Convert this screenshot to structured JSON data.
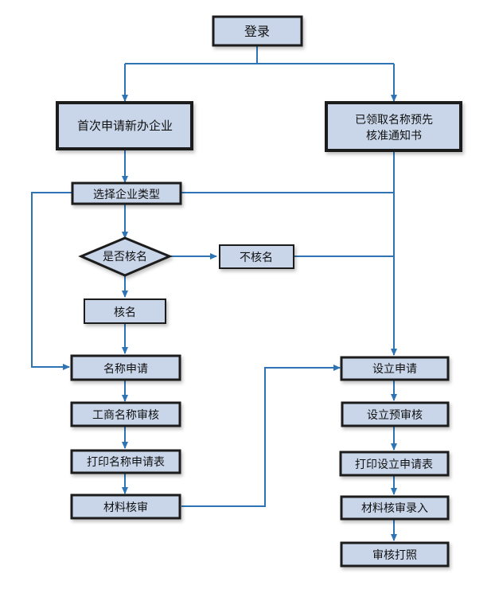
{
  "nodes": {
    "login": "登录",
    "first_new_company": "首次申请新办企业",
    "received_notice_line1": "已领取名称预先",
    "received_notice_line2": "核准通知书",
    "select_company_type": "选择企业类型",
    "check_name_decision": "是否核名",
    "no_name_check": "不核名",
    "name_check": "核名",
    "name_application": "名称申请",
    "business_name_review": "工商名称审核",
    "print_name_form": "打印名称申请表",
    "material_review_left": "材料核审",
    "setup_application": "设立申请",
    "setup_pre_review": "设立预审核",
    "print_setup_form": "打印设立申请表",
    "material_review_entry": "材料核审录入",
    "review_print": "审核打照"
  },
  "colors": {
    "box_fill": "#c9d6ea",
    "box_border": "#1a1a1a",
    "arrow": "#2e74b5"
  }
}
